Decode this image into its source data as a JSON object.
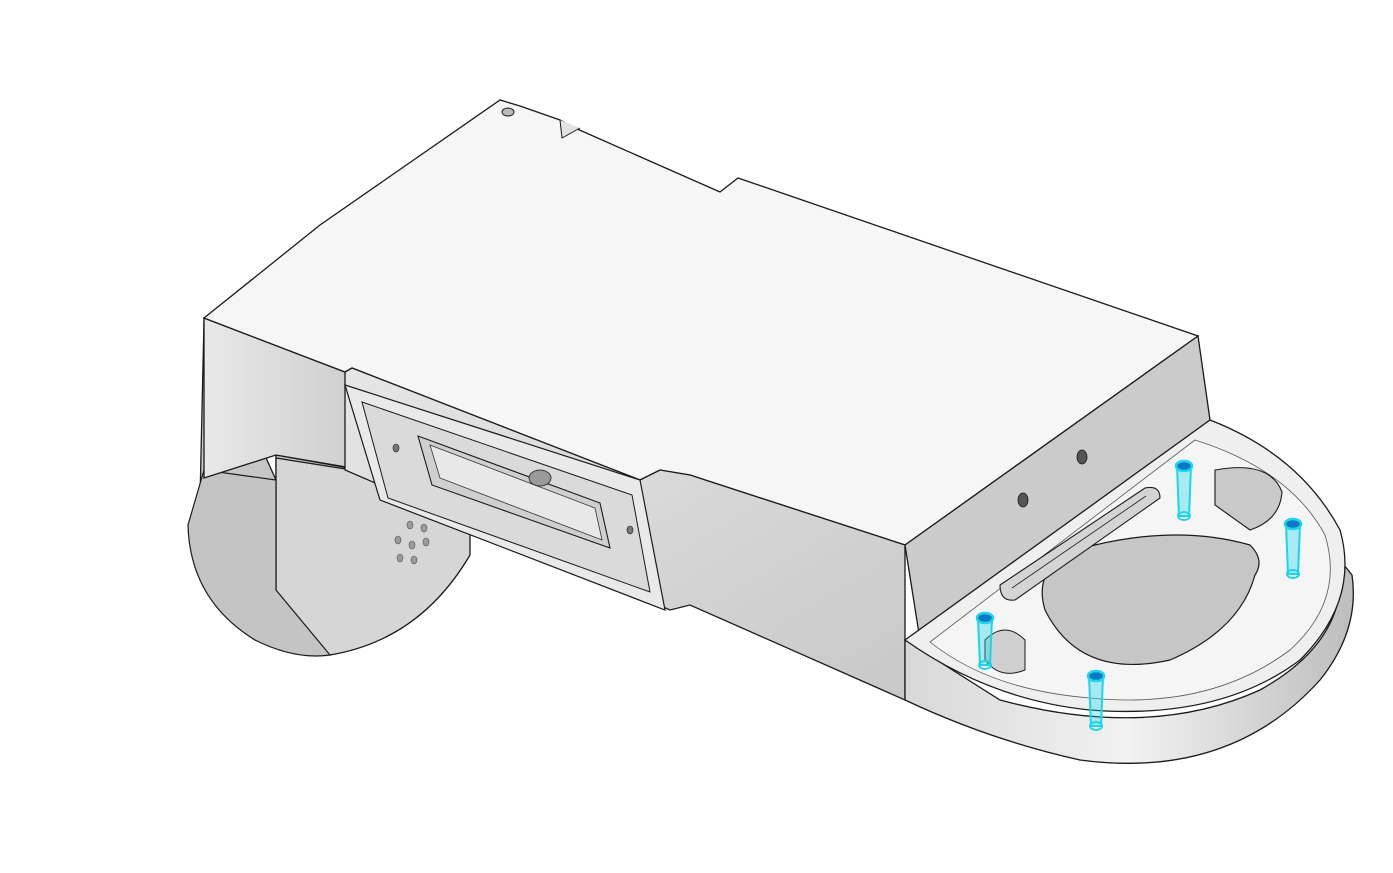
{
  "scene": {
    "background": "#ffffff",
    "part_color_top": "#f4f4f4",
    "part_color_side": "#dcdcdc",
    "part_color_shadow": "#bdbdbd",
    "edge_color": "#1a1a1a",
    "highlight_color": "#19d6ea",
    "highlight_core": "#0a78c8"
  },
  "highlighted_holes": [
    {
      "name": "hole-1"
    },
    {
      "name": "hole-2"
    },
    {
      "name": "hole-3"
    },
    {
      "name": "hole-4"
    }
  ]
}
